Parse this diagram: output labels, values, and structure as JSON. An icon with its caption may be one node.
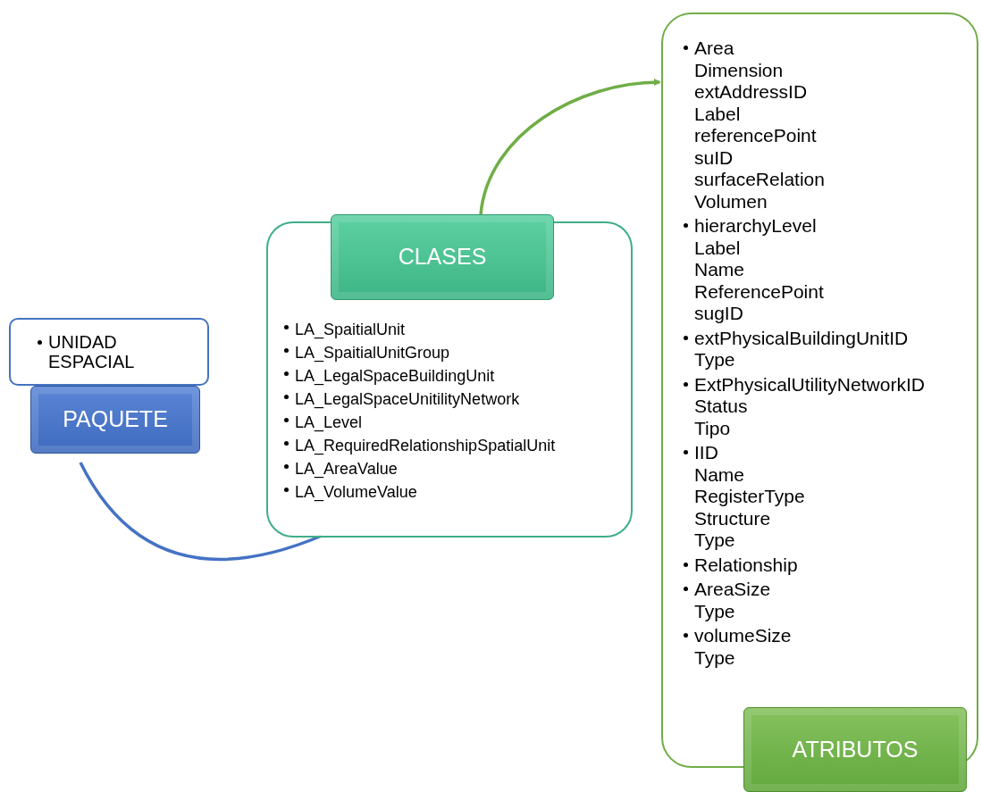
{
  "diagram": {
    "nodes": [
      {
        "text": [
          "UNIDAD ESPACIAL"
        ]
      },
      {
        "text": [
          "PAQUETE"
        ]
      },
      {
        "text": [
          "LA_SpaitialUnit",
          "LA_SpaitialUnitGroup",
          "LA_LegalSpaceBuildingUnit",
          "LA_LegalSpaceUnitilityNetwork",
          "LA_Level",
          "LA_RequiredRelationshipSpatialUnit",
          "LA_AreaValue",
          "LA_VolumeValue"
        ]
      },
      {
        "text": [
          "CLASES"
        ]
      },
      {
        "text": [
          "Area",
          "Dimension",
          "extAddressID",
          "Label",
          "referencePoint",
          "suID",
          "surfaceRelation",
          "Volumen",
          "hierarchyLevel",
          "Label",
          "Name",
          "ReferencePoint",
          "sugID",
          "extPhysicalBuildingUnitID",
          "Type",
          "ExtPhysicalUtilityNetworkID",
          "Status",
          "Tipo",
          "IID",
          "Name",
          "RegisterType",
          "Structure",
          "Type",
          "Relationship",
          "AreaSize",
          "Type",
          "volumeSize",
          "Type"
        ]
      },
      {
        "text": [
          "ATRIBUTOS"
        ]
      }
    ],
    "edges": [
      {
        "from": 1,
        "to": 2,
        "arrow": "none",
        "color": "#4472c4"
      },
      {
        "from": 3,
        "to": 4,
        "arrow": "to",
        "color": "#70ad47"
      }
    ]
  }
}
